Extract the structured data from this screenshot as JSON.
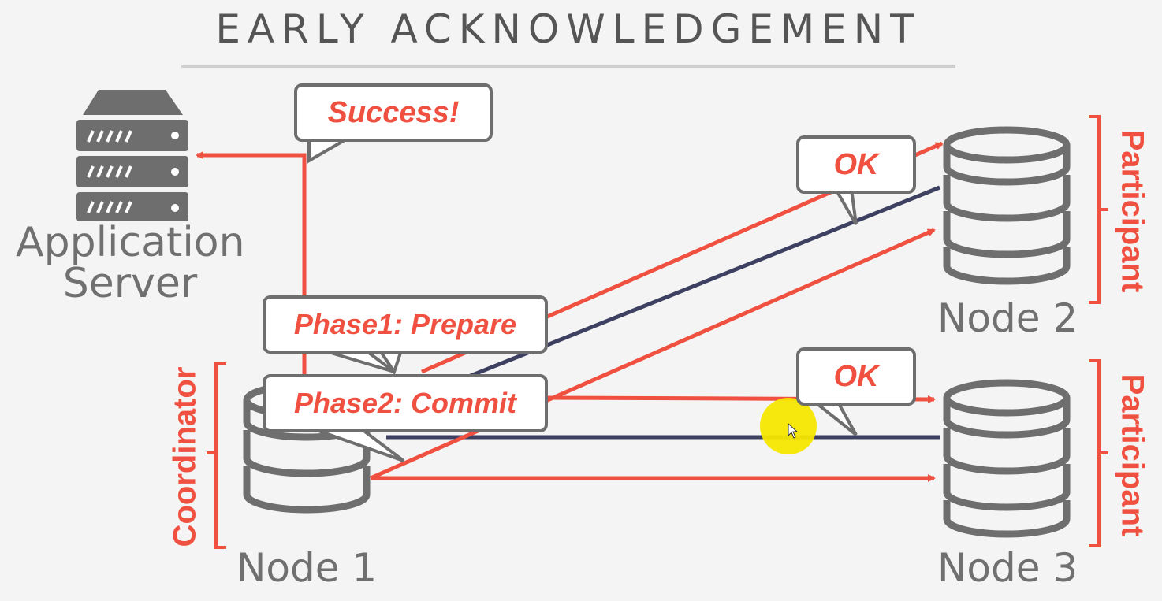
{
  "title": "EARLY ACKNOWLEDGEMENT",
  "application_server": {
    "line1": "Application",
    "line2": "Server"
  },
  "nodes": {
    "node1": "Node 1",
    "node2": "Node 2",
    "node3": "Node 3"
  },
  "roles": {
    "coordinator": "Coordinator",
    "participant_top": "Participant",
    "participant_bottom": "Participant"
  },
  "bubbles": {
    "success": "Success!",
    "ok_top": "OK",
    "ok_bottom": "OK",
    "phase1": "Phase1: Prepare",
    "phase2": "Phase2: Commit"
  },
  "colors": {
    "accent": "#f05040",
    "reply_line": "#3d4060",
    "icon_gray": "#6e6e6e"
  }
}
